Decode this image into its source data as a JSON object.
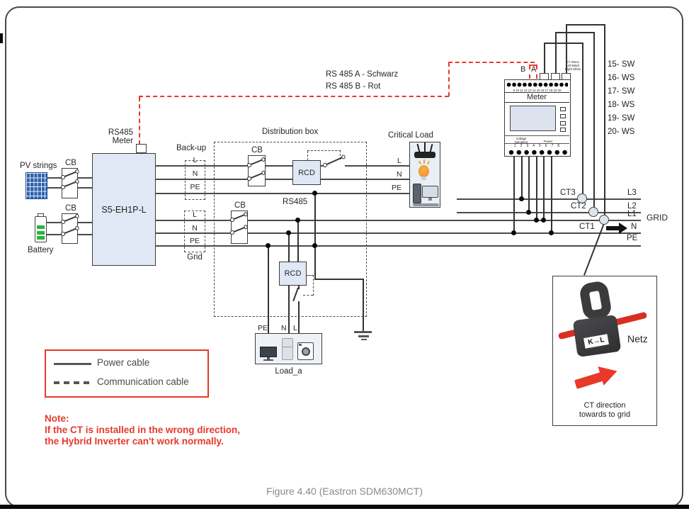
{
  "figure": {
    "caption": "Figure 4.40 (Eastron SDM630MCT)"
  },
  "legend": {
    "power_label": "Power cable",
    "comm_label": "Communication cable"
  },
  "note": {
    "title": "Note:",
    "line1": "If the CT is installed in the wrong direction,",
    "line2": "the Hybrid Inverter can't work normally."
  },
  "sources": {
    "pv": "PV strings",
    "battery": "Battery",
    "cb": "CB"
  },
  "inverter": {
    "model": "S5-EH1P-L",
    "port_label_1": "RS485",
    "port_label_2": "Meter"
  },
  "terminals": {
    "l": "L",
    "n": "N",
    "pe": "PE",
    "backup": "Back-up",
    "grid": "Grid"
  },
  "distribution": {
    "title": "Distribution box",
    "cb": "CB",
    "rcd": "RCD",
    "rs485": "RS485",
    "load_a": "Load_a"
  },
  "critical_load": {
    "title": "Critical Load"
  },
  "comm": {
    "rs485_a": "RS 485 A - Schwarz",
    "rs485_b": "RS 485 B - Rot",
    "b": "B",
    "a": "A"
  },
  "meter": {
    "title": "Meter",
    "top_terminals": "9 10 11 12 13 14 15 16 17 18 19 20",
    "bottom_terminals": "1 2 3 4 5 6 7 8",
    "voltage": "Voltage",
    "sampling": "Sampling",
    "power": "Power",
    "ct_wires_note": {
      "l1": "CT Wires",
      "l2": "Left Black",
      "l3": "Right White"
    }
  },
  "ct_wire_list": [
    "15- SW",
    "16- WS",
    "17- SW",
    "18- WS",
    "19- SW",
    "20- WS"
  ],
  "grid_lines": {
    "l1": "L1",
    "l2": "L2",
    "l3": "L3",
    "n": "N",
    "pe": "PE",
    "grid": "GRID",
    "ct1": "CT1",
    "ct2": "CT2",
    "ct3": "CT3"
  },
  "ct_detail": {
    "netz": "Netz",
    "kl": "K→L",
    "caption1": "CT direction",
    "caption2": "towards to grid"
  },
  "colors": {
    "red": "#e8392a",
    "line": "#4a4a4a",
    "fill_blue": "#dfe8f4",
    "panel_blue": "#2f62ae",
    "battery_green": "#27b43c",
    "bulb_orange": "#f09d2f"
  }
}
